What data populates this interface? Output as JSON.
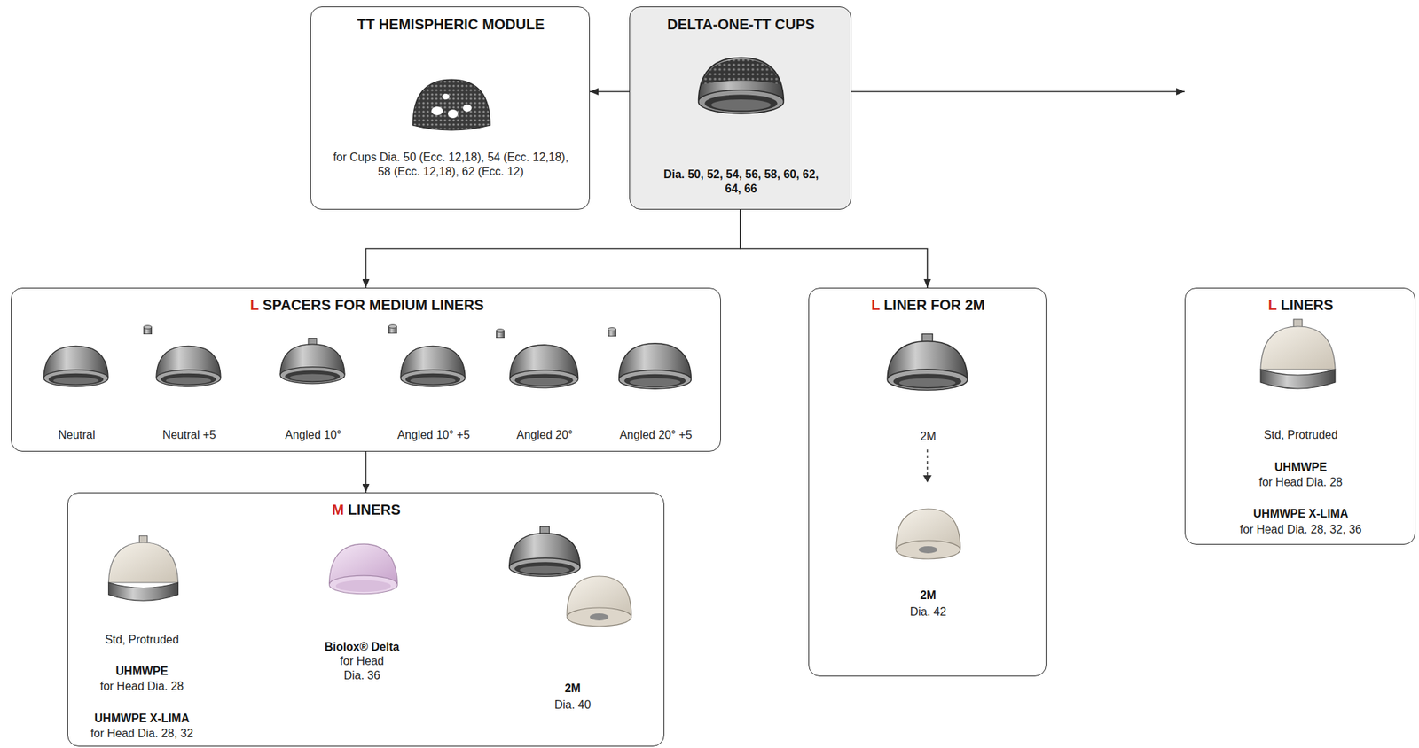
{
  "diagram": {
    "nodes": [
      {
        "text": [
          "TT HEMISPHERIC MODULE",
          "for Cups Dia. 50 (Ecc. 12,18), 54 (Ecc. 12,18), 58 (Ecc. 12,18), 62 (Ecc. 12)"
        ]
      },
      {
        "text": [
          "DELTA-ONE-TT CUPS",
          "Dia. 50, 52, 54, 56, 58, 60, 62, 64, 66"
        ]
      },
      {
        "text": [
          "L SPACERS FOR MEDIUM LINERS",
          "Neutral",
          "Neutral +5",
          "Angled 10°",
          "Angled 10° +5",
          "Angled 20°",
          "Angled 20° +5"
        ]
      },
      {
        "text": [
          "M LINERS",
          "Std, Protruded",
          "UHMWPE",
          "for Head Dia. 28",
          "UHMWPE X-LIMA",
          "for Head Dia. 28, 32",
          "Biolox® Delta",
          "for Head Dia. 36",
          "2M",
          "Dia. 40"
        ]
      },
      {
        "text": [
          "L LINER FOR 2M",
          "2M",
          "2M",
          "Dia. 42"
        ]
      },
      {
        "text": [
          "L LINERS",
          "Std, Protruded",
          "UHMWPE",
          "for Head Dia. 28",
          "UHMWPE X-LIMA",
          "for Head Dia. 28, 32, 36"
        ]
      }
    ],
    "edges": [
      {
        "from": 1,
        "to": 0,
        "arrow": "to"
      },
      {
        "from": 1,
        "to": 2,
        "arrow": "to"
      },
      {
        "from": 1,
        "to": 4,
        "arrow": "to"
      },
      {
        "from": 1,
        "to": 5,
        "arrow": "to"
      },
      {
        "from": 2,
        "to": 3,
        "arrow": "to"
      }
    ]
  }
}
